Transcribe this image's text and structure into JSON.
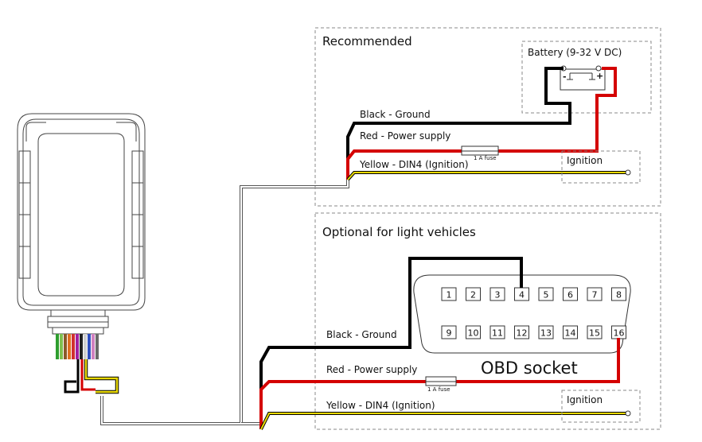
{
  "recommended": {
    "title": "Recommended",
    "battery_label": "Battery (9-32 V DC)",
    "minus": "-",
    "plus": "+",
    "black_wire": "Black - Ground",
    "red_wire": "Red - Power supply",
    "yellow_wire": "Yellow - DIN4 (Ignition)",
    "fuse": "1 A fuse",
    "ignition": "Ignition"
  },
  "optional": {
    "title": "Optional for light vehicles",
    "black_wire": "Black - Ground",
    "red_wire": "Red - Power supply",
    "yellow_wire": "Yellow - DIN4 (Ignition)",
    "fuse": "1 A fuse",
    "ignition": "Ignition",
    "socket_label": "OBD socket",
    "pins_top": [
      "1",
      "2",
      "3",
      "4",
      "5",
      "6",
      "7",
      "8"
    ],
    "pins_bottom": [
      "9",
      "10",
      "11",
      "12",
      "13",
      "14",
      "15",
      "16"
    ]
  },
  "colors": {
    "black": "#000000",
    "red": "#d40000",
    "yellow": "#e8d800",
    "box": "#8a8a8a"
  }
}
